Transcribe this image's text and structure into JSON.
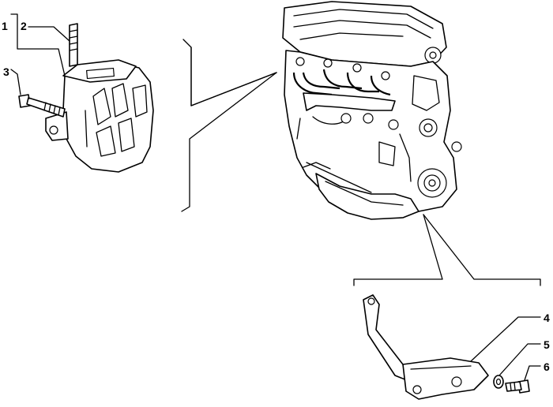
{
  "callouts": [
    {
      "id": "1",
      "text": "1"
    },
    {
      "id": "2",
      "text": "2"
    },
    {
      "id": "3",
      "text": "3"
    },
    {
      "id": "4",
      "text": "4"
    },
    {
      "id": "5",
      "text": "5"
    },
    {
      "id": "6",
      "text": "6"
    }
  ],
  "parts": {
    "1": "engine-mount-bracket",
    "2": "stud",
    "3": "bolt",
    "4": "support-bracket",
    "5": "washer",
    "6": "bolt"
  }
}
